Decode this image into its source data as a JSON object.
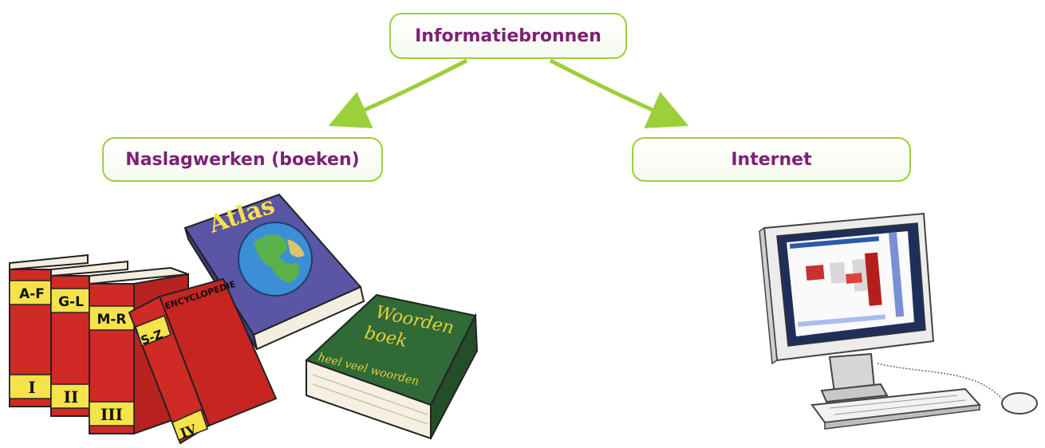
{
  "diagram": {
    "root": {
      "label": "Informatiebronnen"
    },
    "children": [
      {
        "id": "left",
        "label": "Naslagwerken (boeken)"
      },
      {
        "id": "right",
        "label": "Internet"
      }
    ],
    "edge_color": "#9bcf3b",
    "label_color": "#7e2173"
  },
  "illustrations": {
    "books": {
      "volumes": [
        {
          "spine_letters": "A-F",
          "numeral": "I"
        },
        {
          "spine_letters": "G-L",
          "numeral": "II"
        },
        {
          "spine_letters": "M-R",
          "numeral": "III"
        },
        {
          "spine_letters": "S-Z",
          "numeral": "IV"
        }
      ],
      "encyclopedia_cover": "ENCYCLOPEDIE",
      "atlas_title": "Atlas",
      "dictionary_title_line1": "Woorden",
      "dictionary_title_line2": "boek",
      "dictionary_subtitle": "heel veel woorden"
    }
  }
}
